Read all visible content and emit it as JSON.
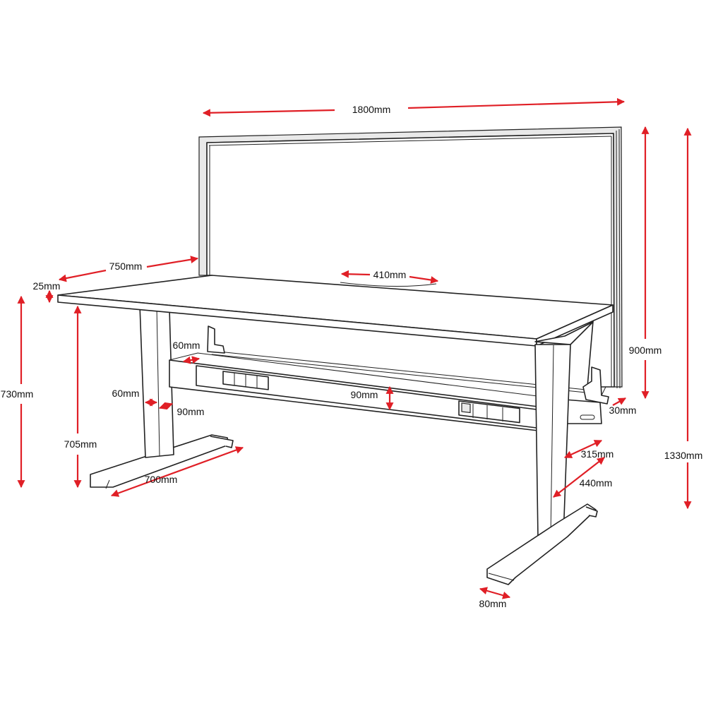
{
  "colors": {
    "outline": "#222222",
    "dimension_arrow": "#e01f26",
    "background": "#ffffff",
    "panel_frame": "#e9e9e9"
  },
  "dimensions": {
    "overall_width": "1800mm",
    "desk_depth": "750mm",
    "top_thickness": "25mm",
    "cutout_width": "410mm",
    "floor_to_top": "730mm",
    "floor_to_underside": "705mm",
    "leg_width": "60mm",
    "leg_depth": "90mm",
    "foot_length": "700mm",
    "bracket_depth": "60mm",
    "rail_height": "90mm",
    "screen_height": "900mm",
    "clearance": "30mm",
    "overall_height": "1330mm",
    "foot_offset": "315mm",
    "foot_span": "440mm",
    "foot_width": "80mm"
  }
}
